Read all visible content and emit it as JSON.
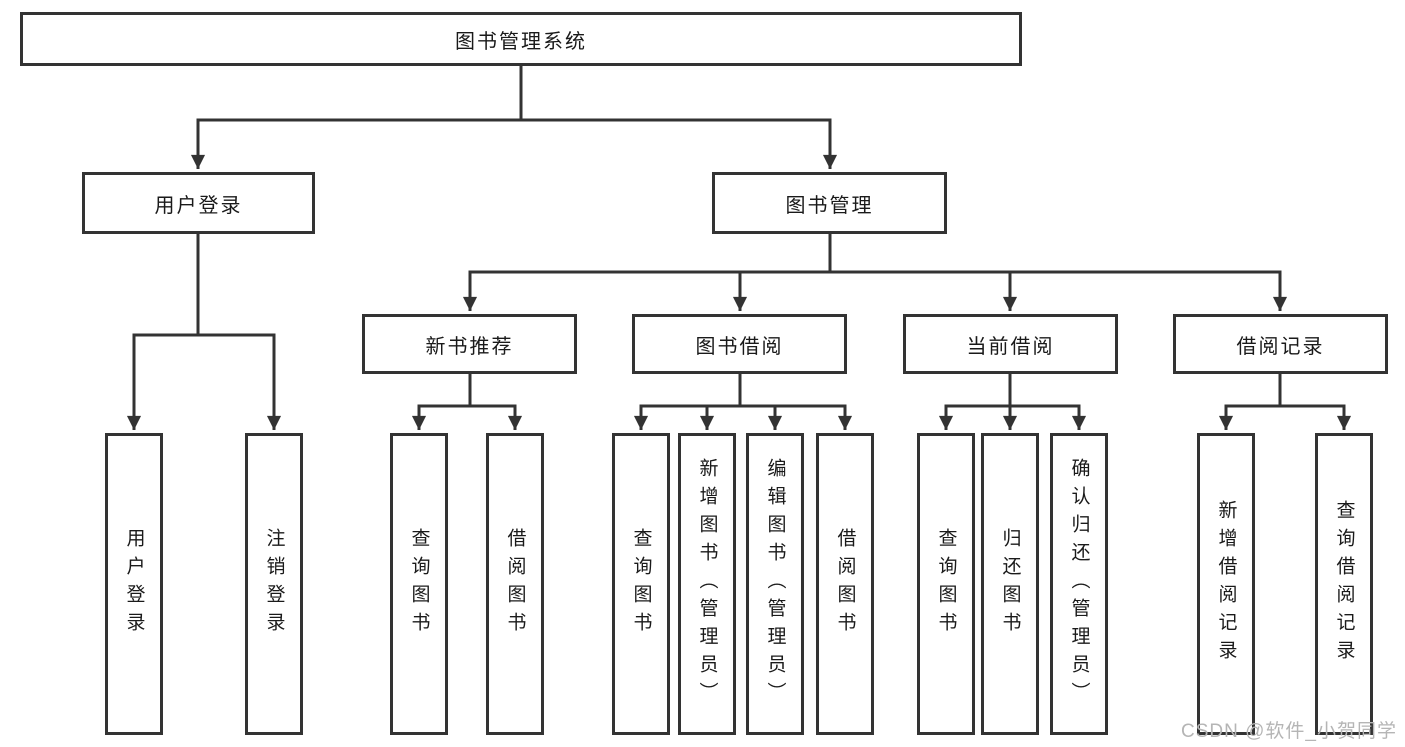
{
  "diagram": {
    "root": {
      "label": "图书管理系统"
    },
    "children": [
      {
        "label": "用户登录",
        "children": [
          {
            "label": "用户登录"
          },
          {
            "label": "注销登录"
          }
        ]
      },
      {
        "label": "图书管理",
        "children": [
          {
            "label": "新书推荐",
            "children": [
              {
                "label": "查询图书"
              },
              {
                "label": "借阅图书"
              }
            ]
          },
          {
            "label": "图书借阅",
            "children": [
              {
                "label": "查询图书"
              },
              {
                "label": "新增图书（管理员）"
              },
              {
                "label": "编辑图书（管理员）"
              },
              {
                "label": "借阅图书"
              }
            ]
          },
          {
            "label": "当前借阅",
            "children": [
              {
                "label": "查询图书"
              },
              {
                "label": "归还图书"
              },
              {
                "label": "确认归还（管理员）"
              }
            ]
          },
          {
            "label": "借阅记录",
            "children": [
              {
                "label": "新增借阅记录"
              },
              {
                "label": "查询借阅记录"
              }
            ]
          }
        ]
      }
    ]
  },
  "watermark": {
    "text": "CSDN @软件_小贺同学"
  },
  "colors": {
    "line": "#333333",
    "box_border": "#333333",
    "text": "#1a1a1a",
    "background": "#ffffff",
    "watermark": "#b5b5b5"
  }
}
